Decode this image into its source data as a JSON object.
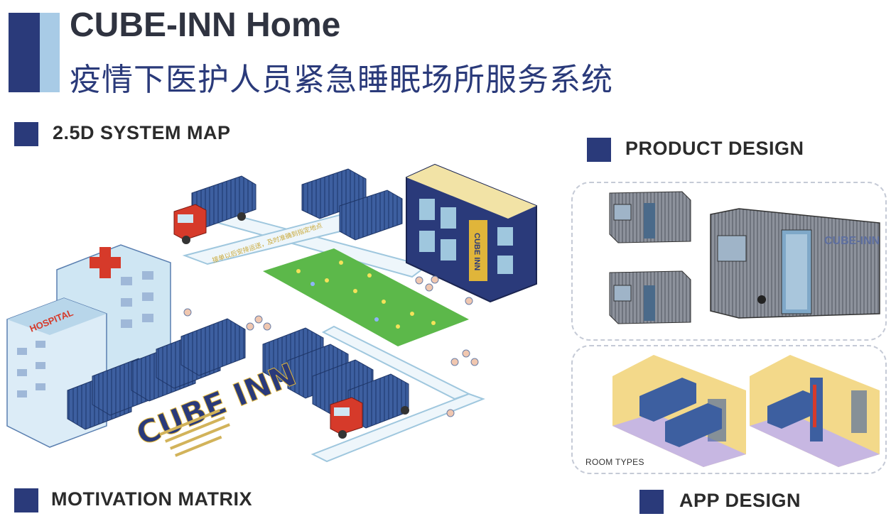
{
  "header": {
    "title_en": "CUBE-INN Home",
    "title_cn": "疫情下医护人员紧急睡眠场所服务系统"
  },
  "sections": {
    "system_map": "2.5D SYSTEM MAP",
    "product_design": "PRODUCT DESIGN",
    "motivation_matrix": "MOTIVATION MATRIX",
    "app_design": "APP DESIGN"
  },
  "map": {
    "hospital_sign": "HOSPITAL",
    "cube_inn_big": "CUBE INN",
    "building_sign": "CUBE INN",
    "road_note": "接单以后安排运送，及时准确到指定地点"
  },
  "product": {
    "container_brand": "CUBE-INN",
    "room_types_label": "ROOM TYPES"
  },
  "colors": {
    "navy": "#2a3a7a",
    "light_blue": "#a8cbe6",
    "container_blue": "#3d5fa0",
    "grass": "#5cb84a",
    "truck_red": "#d63a2a"
  }
}
